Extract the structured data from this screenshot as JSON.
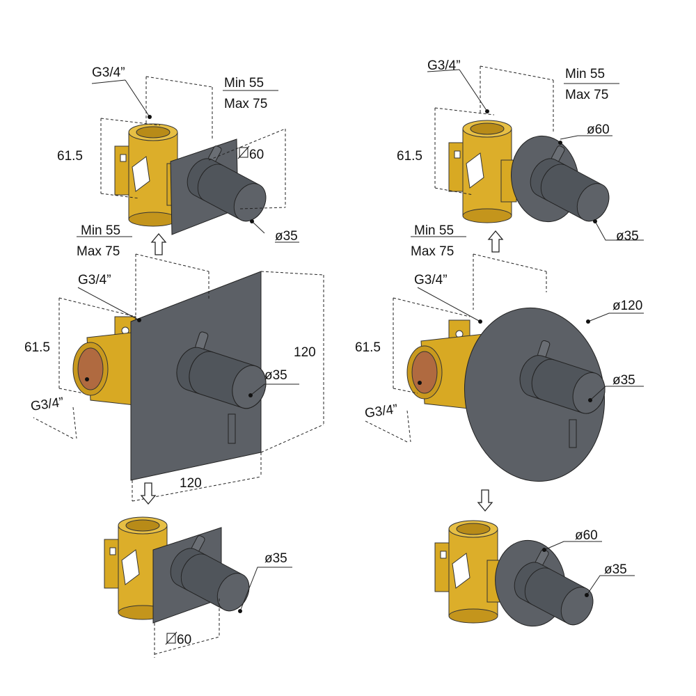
{
  "title": "Thermostatic concealed mixer installation variants",
  "colors": {
    "brass": "#d8a923",
    "copper": "#b06a40",
    "plate": "#5c6066",
    "knob": "#50555b"
  },
  "top_left": {
    "thread": "G3/4”",
    "min": "Min 55",
    "max": "Max 75",
    "height": "61.5",
    "plate": "60",
    "plate_symbol": "square-diameter-icon",
    "knob": "ø35"
  },
  "top_right": {
    "thread": "G3/4”",
    "min": "Min 55",
    "max": "Max 75",
    "height": "61.5",
    "plate": "ø60",
    "knob": "ø35"
  },
  "mid_left": {
    "min": "Min 55",
    "max": "Max 75",
    "thread_top": "G3/4”",
    "height": "61.5",
    "thread_side": "G3/4”",
    "plate_height": "120",
    "plate_width": "120",
    "knob": "ø35"
  },
  "mid_right": {
    "min": "Min 55",
    "max": "Max 75",
    "thread_top": "G3/4”",
    "height": "61.5",
    "thread_side": "G3/4”",
    "plate": "ø120",
    "knob": "ø35"
  },
  "bottom_left": {
    "knob": "ø35",
    "plate": "60",
    "plate_symbol": "square-diameter-icon"
  },
  "bottom_right": {
    "plate": "ø60",
    "knob": "ø35"
  }
}
